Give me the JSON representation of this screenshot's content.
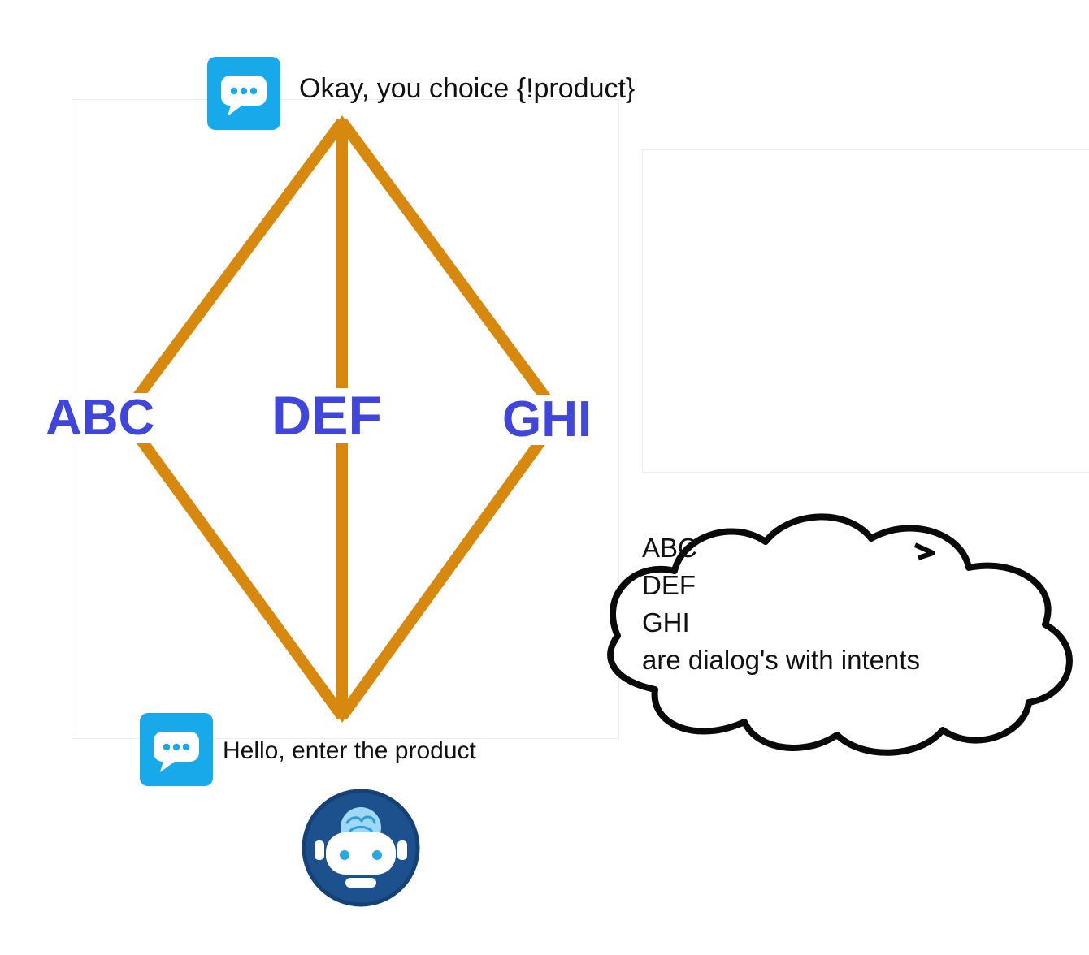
{
  "top_message": {
    "text": "Okay, you choice {!product}"
  },
  "bottom_message": {
    "text": "Hello, enter the product"
  },
  "nodes": {
    "left": "ABC",
    "middle": "DEF",
    "right": "GHI"
  },
  "cloud": {
    "lines": [
      "ABC",
      "DEF",
      "GHI",
      "are dialog's with intents"
    ]
  },
  "colors": {
    "flow_line": "#D6890E",
    "node_label": "#3F46D9",
    "chat_icon_bg": "#18A9EA",
    "robot_bg": "#1D518E"
  }
}
